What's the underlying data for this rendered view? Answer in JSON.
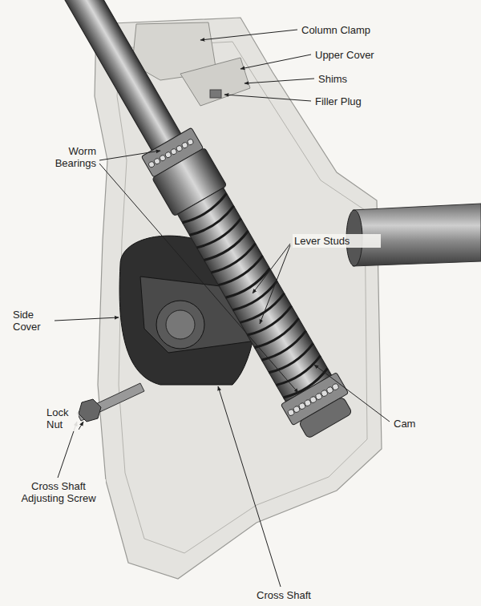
{
  "diagram": {
    "labels": [
      "Column Clamp",
      "Upper Cover",
      "Shims",
      "Filler Plug",
      "Worm Bearings",
      "Lever Studs",
      "Side Cover",
      "Cam",
      "Lock Nut",
      "Cross Shaft Adjusting Screw",
      "Cross Shaft"
    ]
  }
}
